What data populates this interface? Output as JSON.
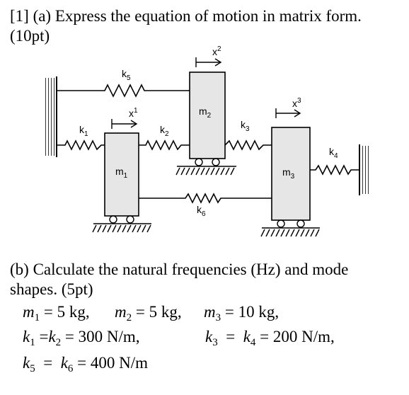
{
  "question_a": {
    "line1": "[1] (a) Express the equation of motion in matrix form.",
    "line2": "(10pt)"
  },
  "question_b": {
    "line1": "(b) Calculate the natural frequencies (Hz) and mode",
    "line2": "shapes. (5pt)"
  },
  "given": {
    "masses": [
      {
        "symbol": "m",
        "sub": "1",
        "value": "= 5 kg,"
      },
      {
        "symbol": "m",
        "sub": "2",
        "value": "= 5 kg,"
      },
      {
        "symbol": "m",
        "sub": "3",
        "value": "= 10 kg,"
      }
    ],
    "springs_row1": {
      "k1": {
        "symbol": "k",
        "sub": "1"
      },
      "k2": {
        "symbol": "k",
        "sub": "2"
      },
      "k1k2_value": "= 300 N/m,",
      "k3": {
        "symbol": "k",
        "sub": "3"
      },
      "k4": {
        "symbol": "k",
        "sub": "4"
      },
      "k3k4_value": "= 200 N/m,"
    },
    "springs_row2": {
      "k5": {
        "symbol": "k",
        "sub": "5"
      },
      "k6": {
        "symbol": "k",
        "sub": "6"
      },
      "value": "= 400 N/m"
    },
    "equals": "="
  },
  "diagram": {
    "labels": {
      "k5": {
        "base": "k",
        "sub": "5"
      },
      "k1": {
        "base": "k",
        "sub": "1"
      },
      "k2": {
        "base": "k",
        "sub": "2"
      },
      "k3": {
        "base": "k",
        "sub": "3"
      },
      "k4": {
        "base": "k",
        "sub": "4"
      },
      "k6": {
        "base": "k",
        "sub": "6"
      },
      "m1": {
        "base": "m",
        "sub": "1"
      },
      "m2": {
        "base": "m",
        "sub": "2"
      },
      "m3": {
        "base": "m",
        "sub": "3"
      },
      "x1": {
        "base": "x",
        "sub": "1"
      },
      "x2": {
        "base": "x",
        "sub": "2"
      },
      "x3": {
        "base": "x",
        "sub": "3"
      }
    },
    "colors": {
      "mass_fill": "#e6e6e6",
      "line": "#000000"
    }
  }
}
